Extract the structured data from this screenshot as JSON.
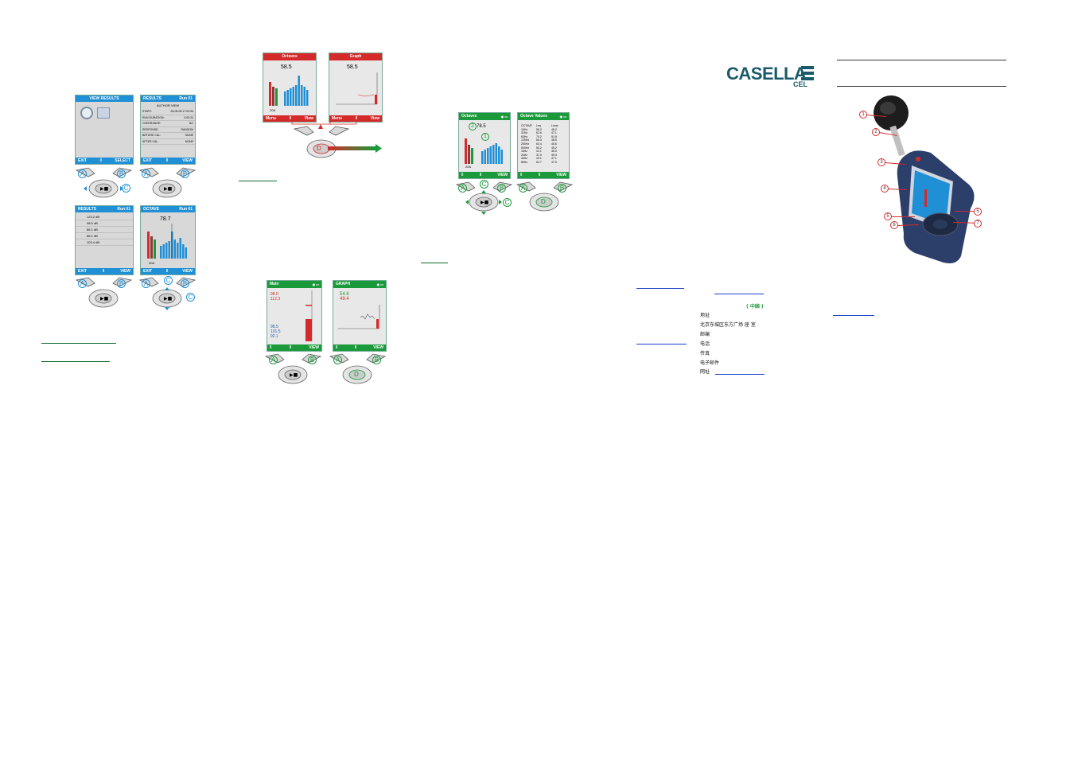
{
  "page1": {
    "screen_view_results": {
      "title": "VIEW RESULTS",
      "left": "EXIT",
      "right": "SELECT"
    },
    "screen_results_list": {
      "title": "RESULTS",
      "run": "Run 01",
      "subtitle": "AUTHOR VIEW",
      "rows": [
        {
          "k": "START:",
          "v": "26-05-08 17:02:06"
        },
        {
          "k": "RUN DURATION:",
          "v": "0:03:24"
        },
        {
          "k": "OVERRANGE:",
          "v": "NO"
        },
        {
          "k": "RESPONSE:",
          "v": "RANDOM"
        },
        {
          "k": "BEFORE CAL:",
          "v": "NONE"
        },
        {
          "k": "AFTER CAL:",
          "v": "NONE"
        }
      ],
      "left": "EXIT",
      "right": "VIEW"
    },
    "screen_results_values": {
      "title": "RESULTS",
      "run": "Run 01",
      "rows": [
        "123.2 dB",
        "98.5 dB",
        "86.1 dB",
        "86.2 dB",
        "103.4 dB"
      ],
      "left": "EXIT",
      "right": "VIEW"
    },
    "screen_octave": {
      "title": "OCTAVE",
      "run": "Run 01",
      "value": "78.7",
      "band": "20A",
      "left": "EXIT",
      "right": "VIEW"
    },
    "key_labels": {
      "a": "A",
      "b": "B",
      "c": "C"
    }
  },
  "page2": {
    "screen_octaves": {
      "title": "Octaves",
      "value": "58.5",
      "band": "20A",
      "left": "Menu",
      "right": "View"
    },
    "screen_graph": {
      "title": "Graph",
      "value": "58.5",
      "left": "Menu",
      "right": "View"
    },
    "screen_main": {
      "title": "Main",
      "row1": "98.0",
      "row2": "112.3",
      "row3": "98.5",
      "row4": "101.5",
      "row5": "92.1",
      "right": "VIEW"
    },
    "screen_graph2": {
      "title": "GRAPH",
      "row1": "54.6",
      "row2": "49.4",
      "right": "VIEW"
    },
    "key_labels": {
      "a": "A",
      "b": "B",
      "d": "D"
    }
  },
  "page3": {
    "screen_octaves": {
      "title": "Octaves",
      "value": "78.5",
      "band": "20A",
      "right": "VIEW"
    },
    "screen_octave_values": {
      "title": "Octave Values",
      "right": "VIEW",
      "bands": [
        "OCTAVE",
        "16Hz",
        "31Hz",
        "63Hz",
        "125Hz",
        "250Hz",
        "500Hz",
        "1kHz",
        "2kHz",
        "4kHz",
        "8kHz"
      ],
      "leq": [
        "Leq",
        "56.2",
        "62.6",
        "70.2",
        "66.3",
        "63.4",
        "50.2",
        "41.1",
        "37.0",
        "43.1",
        "62.7"
      ],
      "lmax": [
        "Lmax",
        "46.2",
        "47.1",
        "51.8",
        "48.5",
        "46.6",
        "45.2",
        "46.0",
        "39.3",
        "47.1",
        "47.6"
      ]
    },
    "key_labels": {
      "a": "A",
      "b": "B",
      "c": "C",
      "d": "D"
    },
    "circle_labels": {
      "one": "1",
      "two": "2"
    }
  },
  "page4": {
    "logo": {
      "name": "CASELLA",
      "sub": "CEL"
    },
    "china": {
      "country": "( 中国 )",
      "lines": [
        "地址",
        "北京东城区东方广场    座    室",
        "邮编",
        "电话",
        "传真",
        "电子邮件",
        "网址"
      ]
    }
  },
  "page5": {
    "callouts": [
      "1",
      "2",
      "3",
      "4",
      "5",
      "6",
      "5",
      "7"
    ]
  },
  "colors": {
    "blue": "#1f8fd6",
    "red": "#d42a2a",
    "green": "#1a9a3a",
    "link_green": "#0a6a2a",
    "link_blue": "#1a3ec8"
  }
}
